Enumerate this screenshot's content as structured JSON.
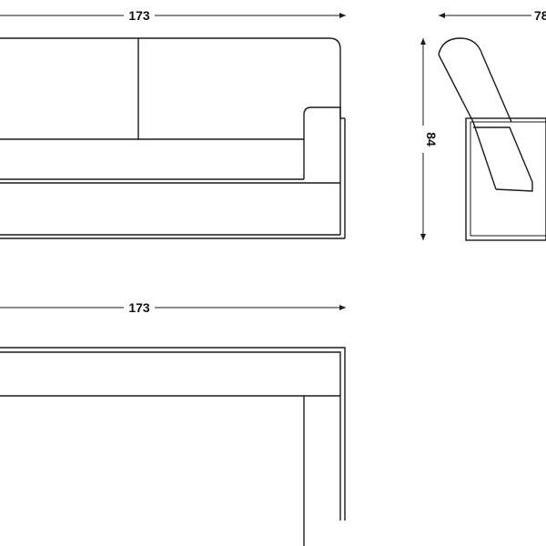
{
  "front_view": {
    "width_label": "173"
  },
  "side_view": {
    "depth_label": "78",
    "height_label": "84"
  },
  "top_view": {
    "width_label": "173"
  },
  "colors": {
    "line": "#1a1a1a",
    "background": "#ffffff"
  }
}
